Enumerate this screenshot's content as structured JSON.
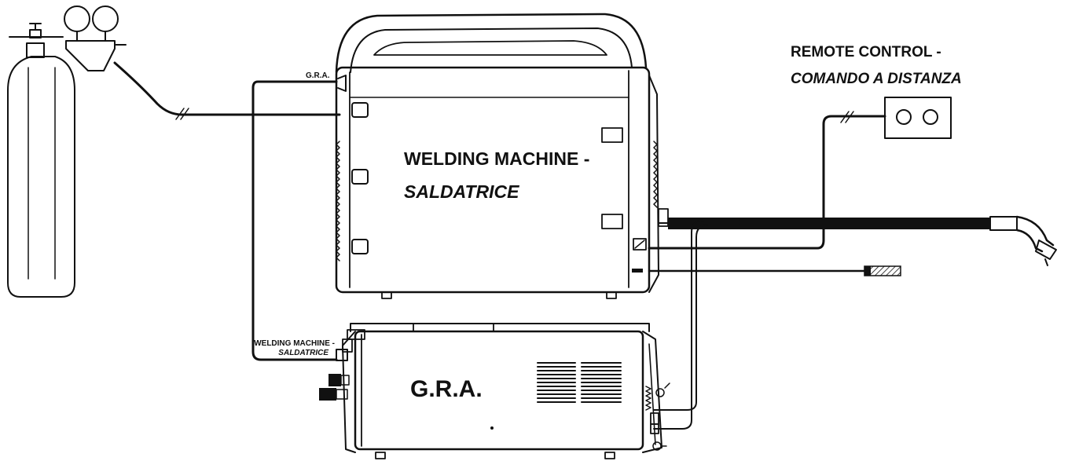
{
  "labels": {
    "remote_en": "REMOTE CONTROL -",
    "remote_it": "COMANDO A DISTANZA",
    "welder_en": "WELDING MACHINE -",
    "welder_it": "SALDATRICE",
    "gra_small": "G.R.A.",
    "gra_big": "G.R.A.",
    "gra_port_en": "WELDING MACHINE -",
    "gra_port_it": "SALDATRICE"
  },
  "colors": {
    "ink": "#111111",
    "background": "#ffffff"
  }
}
